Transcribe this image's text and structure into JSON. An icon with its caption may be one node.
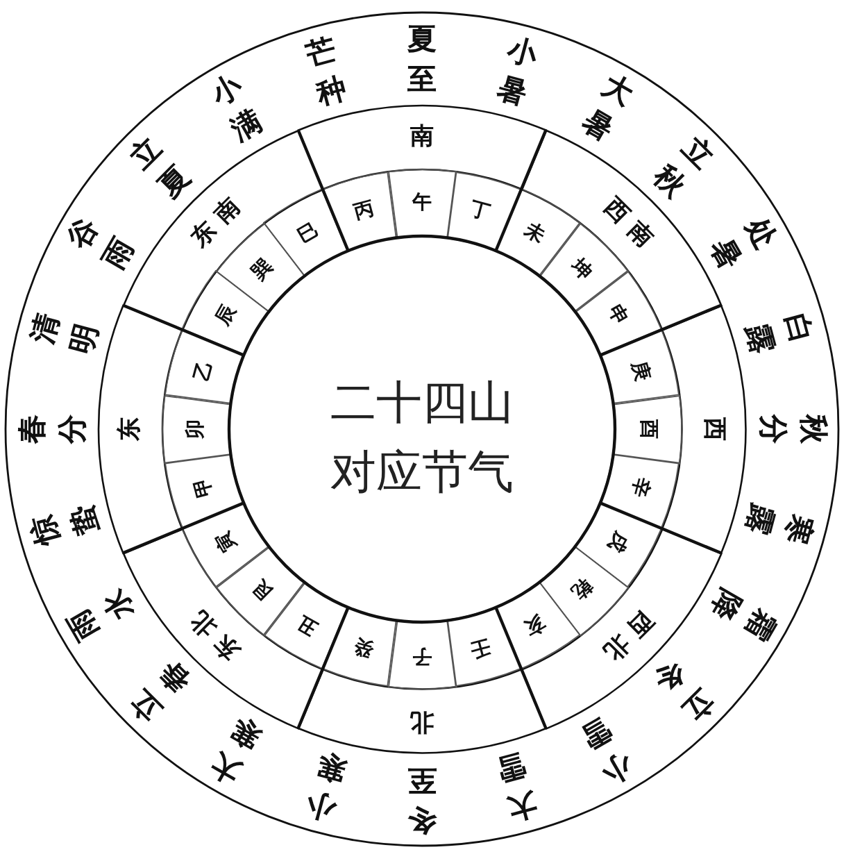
{
  "diagram": {
    "nodes": [
      {
        "text": [
          "芒种",
          "夏至",
          "小暑",
          "大暑",
          "立秋",
          "处暑",
          "白露",
          "秋分",
          "寒露",
          "霜降",
          "立冬",
          "小雪",
          "大雪",
          "冬至",
          "小寒",
          "大寒",
          "立春",
          "雨水",
          "惊蛰",
          "春分",
          "清明",
          "谷雨",
          "立夏",
          "小满"
        ]
      },
      {
        "text": [
          "南"
        ],
        "in": 0
      },
      {
        "text": [
          "西南"
        ],
        "in": 0
      },
      {
        "text": [
          "西"
        ],
        "in": 0
      },
      {
        "text": [
          "西北"
        ],
        "in": 0
      },
      {
        "text": [
          "北"
        ],
        "in": 0
      },
      {
        "text": [
          "东北"
        ],
        "in": 0
      },
      {
        "text": [
          "东"
        ],
        "in": 0
      },
      {
        "text": [
          "东南"
        ],
        "in": 0
      },
      {
        "text": [
          "丙"
        ],
        "in": 0
      },
      {
        "text": [
          "午"
        ],
        "in": 0
      },
      {
        "text": [
          "丁"
        ],
        "in": 0
      },
      {
        "text": [
          "未"
        ],
        "in": 0
      },
      {
        "text": [
          "坤"
        ],
        "in": 0
      },
      {
        "text": [
          "申"
        ],
        "in": 0
      },
      {
        "text": [
          "庚"
        ],
        "in": 0
      },
      {
        "text": [
          "酉"
        ],
        "in": 0
      },
      {
        "text": [
          "辛"
        ],
        "in": 0
      },
      {
        "text": [
          "戌"
        ],
        "in": 0
      },
      {
        "text": [
          "乾"
        ],
        "in": 0
      },
      {
        "text": [
          "亥"
        ],
        "in": 0
      },
      {
        "text": [
          "壬"
        ],
        "in": 0
      },
      {
        "text": [
          "子"
        ],
        "in": 0
      },
      {
        "text": [
          "癸"
        ],
        "in": 0
      },
      {
        "text": [
          "丑"
        ],
        "in": 0
      },
      {
        "text": [
          "艮"
        ],
        "in": 0
      },
      {
        "text": [
          "寅"
        ],
        "in": 0
      },
      {
        "text": [
          "甲"
        ],
        "in": 0
      },
      {
        "text": [
          "卯"
        ],
        "in": 0
      },
      {
        "text": [
          "乙"
        ],
        "in": 0
      },
      {
        "text": [
          "辰"
        ],
        "in": 0
      },
      {
        "text": [
          "巽"
        ],
        "in": 0
      },
      {
        "text": [
          "巳"
        ],
        "in": 0
      },
      {
        "text": [
          "二十四山对应节气"
        ],
        "in": 0
      }
    ]
  }
}
